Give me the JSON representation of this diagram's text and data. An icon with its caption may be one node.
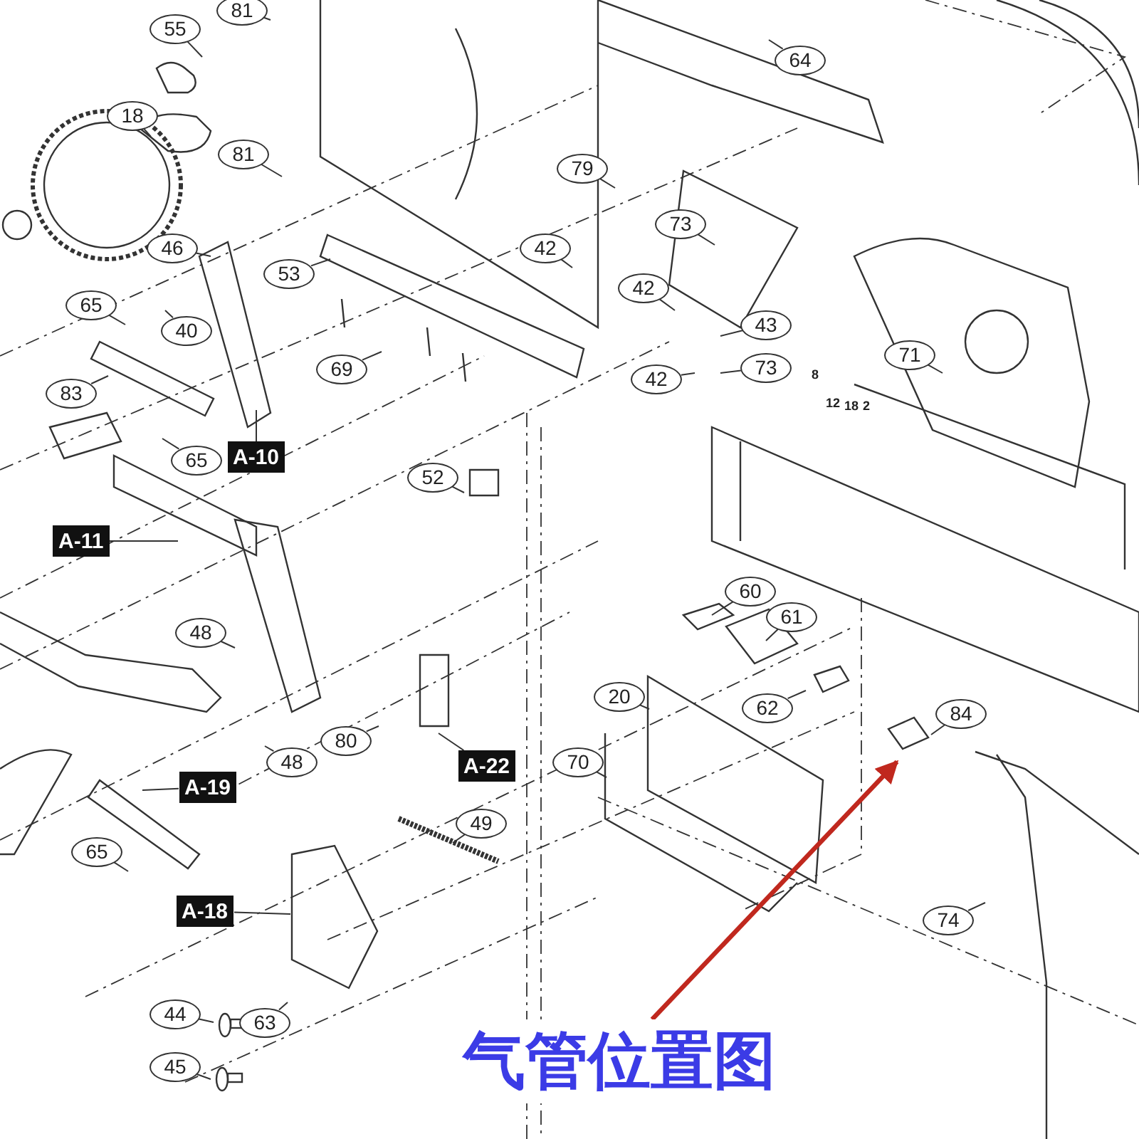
{
  "diagram": {
    "title": "气管位置图",
    "nodes": [
      {
        "text": [
          "55"
        ]
      },
      {
        "text": [
          "18"
        ]
      },
      {
        "text": [
          "81"
        ]
      },
      {
        "text": [
          "81"
        ]
      },
      {
        "text": [
          "46"
        ]
      },
      {
        "text": [
          "65"
        ]
      },
      {
        "text": [
          "40"
        ]
      },
      {
        "text": [
          "83"
        ]
      },
      {
        "text": [
          "65"
        ]
      },
      {
        "text": [
          "A-10"
        ]
      },
      {
        "text": [
          "A-11"
        ]
      },
      {
        "text": [
          "53"
        ]
      },
      {
        "text": [
          "69"
        ]
      },
      {
        "text": [
          "42"
        ]
      },
      {
        "text": [
          "79"
        ]
      },
      {
        "text": [
          "73"
        ]
      },
      {
        "text": [
          "42"
        ]
      },
      {
        "text": [
          "43"
        ]
      },
      {
        "text": [
          "73"
        ]
      },
      {
        "text": [
          "42"
        ]
      },
      {
        "text": [
          "71"
        ]
      },
      {
        "text": [
          "64"
        ]
      },
      {
        "text": [
          "52"
        ]
      },
      {
        "text": [
          "48"
        ]
      },
      {
        "text": [
          "48"
        ]
      },
      {
        "text": [
          "80"
        ]
      },
      {
        "text": [
          "A-22"
        ]
      },
      {
        "text": [
          "A-19"
        ]
      },
      {
        "text": [
          "49"
        ]
      },
      {
        "text": [
          "65"
        ]
      },
      {
        "text": [
          "A-18"
        ]
      },
      {
        "text": [
          "44"
        ]
      },
      {
        "text": [
          "63"
        ]
      },
      {
        "text": [
          "45"
        ]
      },
      {
        "text": [
          "60"
        ]
      },
      {
        "text": [
          "61"
        ]
      },
      {
        "text": [
          "20"
        ]
      },
      {
        "text": [
          "62"
        ]
      },
      {
        "text": [
          "70"
        ]
      },
      {
        "text": [
          "84"
        ]
      },
      {
        "text": [
          "74"
        ]
      }
    ],
    "edges": [
      {
        "from": 0,
        "to": null,
        "arrow": "none"
      },
      {
        "from": 1,
        "to": null,
        "arrow": "none"
      },
      {
        "from": 2,
        "to": null,
        "arrow": "none"
      },
      {
        "from": 3,
        "to": null,
        "arrow": "none"
      },
      {
        "from": 4,
        "to": null,
        "arrow": "none"
      },
      {
        "from": 5,
        "to": null,
        "arrow": "none"
      },
      {
        "from": 6,
        "to": null,
        "arrow": "none"
      },
      {
        "from": 7,
        "to": null,
        "arrow": "none"
      },
      {
        "from": 8,
        "to": null,
        "arrow": "none"
      },
      {
        "from": 9,
        "to": null,
        "arrow": "none"
      },
      {
        "from": 10,
        "to": null,
        "arrow": "none"
      },
      {
        "from": 11,
        "to": null,
        "arrow": "none"
      },
      {
        "from": 12,
        "to": null,
        "arrow": "none"
      },
      {
        "from": 13,
        "to": null,
        "arrow": "none"
      },
      {
        "from": 14,
        "to": null,
        "arrow": "none"
      },
      {
        "from": 15,
        "to": null,
        "arrow": "none"
      },
      {
        "from": 16,
        "to": null,
        "arrow": "none"
      },
      {
        "from": 17,
        "to": null,
        "arrow": "none"
      },
      {
        "from": 18,
        "to": null,
        "arrow": "none"
      },
      {
        "from": 19,
        "to": null,
        "arrow": "none"
      },
      {
        "from": 20,
        "to": null,
        "arrow": "none"
      },
      {
        "from": 21,
        "to": null,
        "arrow": "none"
      },
      {
        "from": 22,
        "to": null,
        "arrow": "none"
      },
      {
        "from": 23,
        "to": null,
        "arrow": "none"
      },
      {
        "from": 24,
        "to": null,
        "arrow": "none"
      },
      {
        "from": 25,
        "to": null,
        "arrow": "none"
      },
      {
        "from": 26,
        "to": null,
        "arrow": "none"
      },
      {
        "from": 27,
        "to": null,
        "arrow": "none"
      },
      {
        "from": 28,
        "to": null,
        "arrow": "none"
      },
      {
        "from": 29,
        "to": null,
        "arrow": "none"
      },
      {
        "from": 30,
        "to": null,
        "arrow": "none"
      },
      {
        "from": 31,
        "to": null,
        "arrow": "none"
      },
      {
        "from": 32,
        "to": null,
        "arrow": "none"
      },
      {
        "from": 33,
        "to": null,
        "arrow": "none"
      },
      {
        "from": 34,
        "to": null,
        "arrow": "none"
      },
      {
        "from": 35,
        "to": null,
        "arrow": "none"
      },
      {
        "from": 36,
        "to": null,
        "arrow": "none"
      },
      {
        "from": 37,
        "to": null,
        "arrow": "none"
      },
      {
        "from": 38,
        "to": null,
        "arrow": "none"
      },
      {
        "from": 39,
        "to": null,
        "arrow": "none"
      },
      {
        "from": 40,
        "to": null,
        "arrow": "none"
      },
      {
        "from": null,
        "to": 39,
        "arrow": "to",
        "style": "thick",
        "color": "#c0281e"
      }
    ],
    "labels": [
      "8",
      "12",
      "18",
      "2"
    ]
  }
}
